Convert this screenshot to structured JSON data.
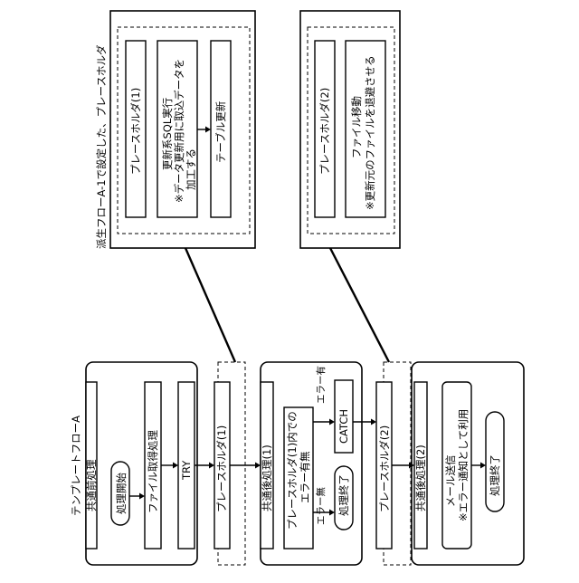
{
  "template_flow": {
    "title": "テンプレートフローA",
    "pre": {
      "label": "共通前処理",
      "start": "処理開始",
      "file_acquire": "ファイル取得処理",
      "try": "TRY"
    },
    "placeholder1": "プレースホルダ(1)",
    "post1": {
      "label": "共通後処理(1)",
      "check_line1": "プレースホルダ(1)内での",
      "check_line2": "エラー有無",
      "no_error": "エラー無",
      "has_error": "エラー有",
      "end": "処理終了",
      "catch": "CATCH"
    },
    "placeholder2": "プレースホルダ(2)",
    "post2": {
      "label": "共通後処理(2)",
      "mail_line1": "メール送信",
      "mail_line2": "※エラー通知として利用",
      "end": "処理終了"
    }
  },
  "derived_flow": {
    "caption": "派生フローA-1で設定した、プレースホルダ",
    "ph1": {
      "label": "プレースホルダ(1)",
      "sql_line1": "更新系SQL実行",
      "sql_line2": "※データ更新用に取込データを",
      "sql_line3": "加工する",
      "table_update": "テーブル更新"
    },
    "ph2": {
      "label": "プレースホルダ(2)",
      "move_line1": "ファイル移動",
      "move_line2": "※更新元のファイルを退避させる"
    }
  }
}
